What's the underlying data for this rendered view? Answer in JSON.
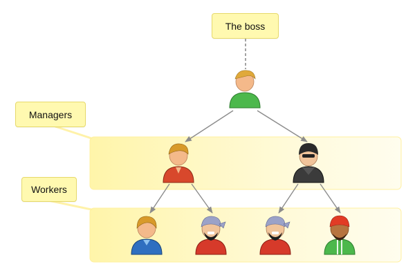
{
  "labels": {
    "boss": "The boss",
    "managers": "Managers",
    "workers": "Workers"
  },
  "nodes": [
    {
      "id": "boss",
      "role": "boss",
      "icon": "person-green-shirt-blond-icon"
    },
    {
      "id": "manager-1",
      "role": "manager",
      "icon": "person-red-shirt-icon"
    },
    {
      "id": "manager-2",
      "role": "manager",
      "icon": "person-black-hooded-icon"
    },
    {
      "id": "worker-1",
      "role": "worker",
      "icon": "person-blue-shirt-icon"
    },
    {
      "id": "worker-2",
      "role": "worker",
      "icon": "person-bandana-bearded-icon"
    },
    {
      "id": "worker-3",
      "role": "worker",
      "icon": "person-bandana-bearded-icon"
    },
    {
      "id": "worker-4",
      "role": "worker",
      "icon": "person-red-cap-green-shirt-icon"
    }
  ],
  "edges": [
    {
      "from": "boss",
      "to": "manager-1"
    },
    {
      "from": "boss",
      "to": "manager-2"
    },
    {
      "from": "manager-1",
      "to": "worker-1"
    },
    {
      "from": "manager-1",
      "to": "worker-2"
    },
    {
      "from": "manager-2",
      "to": "worker-3"
    },
    {
      "from": "manager-2",
      "to": "worker-4"
    }
  ],
  "colors": {
    "band": "#fff6a8",
    "callout_fill": "#fff9b0",
    "callout_border": "#e6d96a",
    "arrow": "#8c8c8c",
    "skin": "#f4b98a",
    "green_shirt": "#4cb84c",
    "red_shirt": "#d8482c",
    "blue_shirt": "#2f6fc0",
    "dark_coat": "#3b3b3b",
    "bandana": "#9ba2c8",
    "cap_red": "#e23b25"
  }
}
